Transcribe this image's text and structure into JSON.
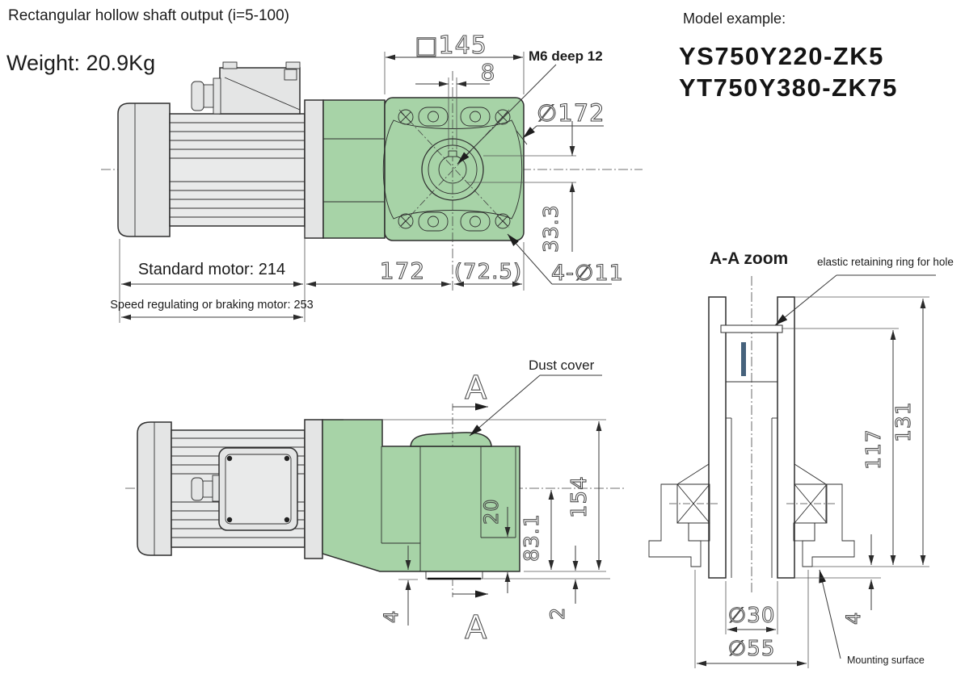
{
  "page": {
    "title": "Rectangular hollow shaft output (i=5-100)",
    "weight": "Weight: 20.9Kg"
  },
  "model_example": {
    "label": "Model example:",
    "line1": "YS750Y220-ZK5",
    "line2": "YT750Y380-ZK75"
  },
  "top_view": {
    "dim_square_flange": "□145",
    "dim_keyway_width": "8",
    "label_thread": "M6 deep 12",
    "dim_bolt_circle": "∅172",
    "dim_keyway_depth": "33.3",
    "dim_motor_length": "Standard motor: 214",
    "dim_motor_length_alt": "Speed regulating or braking motor: 253",
    "dim_gearbox_length": "172",
    "dim_center_to_face": "(72.5)",
    "dim_mount_holes": "4-∅11"
  },
  "side_view": {
    "label_dust_cover": "Dust cover",
    "section_letter_top": "A",
    "section_letter_bottom": "A",
    "dim_total_height": "154",
    "dim_center_to_bottom": "83.1",
    "dim_hub_inset": "20",
    "dim_face_gap": "2",
    "dim_hub_protrusion": "4"
  },
  "section_view": {
    "title": "A-A zoom",
    "label_retaining_ring": "elastic retaining ring for hole",
    "label_mounting_surface": "Mounting surface",
    "dim_ring_to_face": "117",
    "dim_total_length": "131",
    "dim_bore": "∅30",
    "dim_hub_od": "∅55",
    "dim_protrusion": "4"
  },
  "colors": {
    "housing_green": "#a7d3a7",
    "metal_gray": "#e4e5e5",
    "keyway_blue": "#46627c",
    "line": "#2f2f2f"
  }
}
